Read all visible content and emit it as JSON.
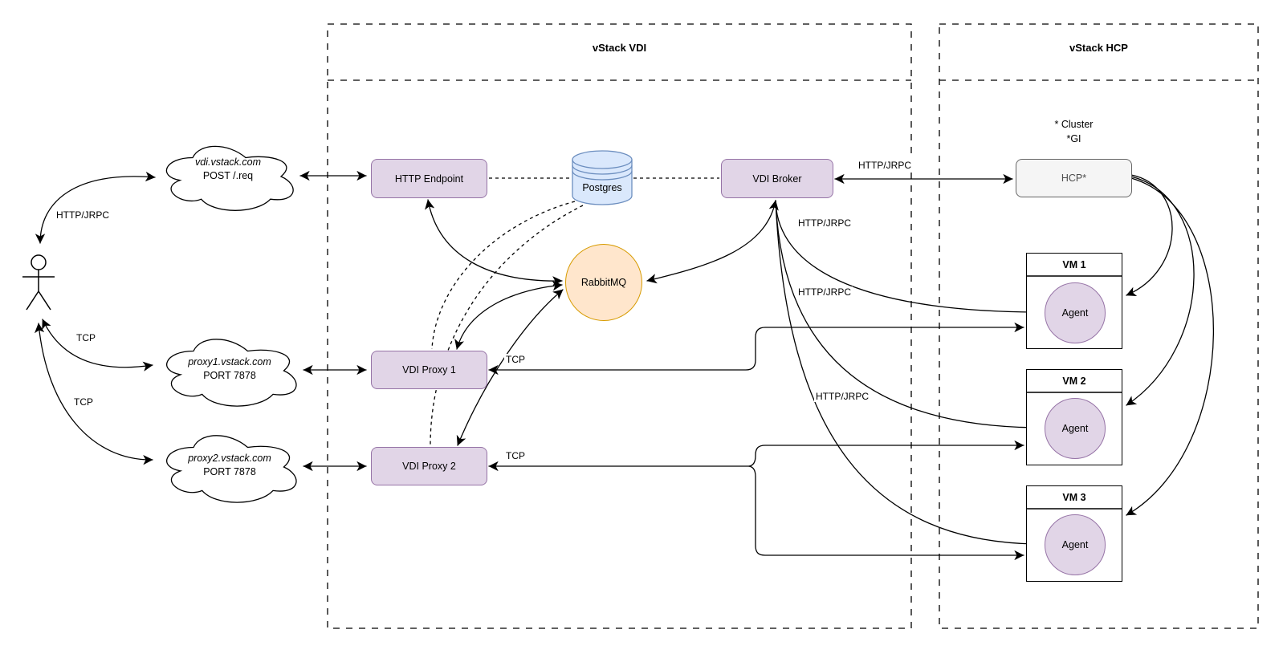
{
  "colors": {
    "purple_fill": "#E1D5E7",
    "purple_stroke": "#9673A6",
    "blue_fill": "#DAE8FC",
    "blue_stroke": "#6C8EBF",
    "orange_fill": "#FFE6CC",
    "orange_stroke": "#D79B00",
    "gray_fill": "#F5F5F5",
    "gray_stroke": "#666666",
    "line": "#000000"
  },
  "containers": {
    "vdi": {
      "title": "vStack VDI"
    },
    "hcp": {
      "title": "vStack HCP"
    }
  },
  "icons": {
    "actor": "stick-figure-person"
  },
  "clouds": {
    "vdi": {
      "line1": "vdi.vstack.com",
      "line2": "POST /.req"
    },
    "proxy1": {
      "line1": "proxy1.vstack.com",
      "line2": "PORT 7878"
    },
    "proxy2": {
      "line1": "proxy2.vstack.com",
      "line2": "PORT 7878"
    }
  },
  "nodes": {
    "http_endpoint": {
      "label": "HTTP Endpoint"
    },
    "postgres": {
      "label": "Postgres"
    },
    "vdi_broker": {
      "label": "VDI Broker"
    },
    "rabbitmq": {
      "label": "RabbitMQ"
    },
    "vdi_proxy1": {
      "label": "VDI Proxy 1"
    },
    "vdi_proxy2": {
      "label": "VDI Proxy 2"
    },
    "hcp": {
      "label": "HCP*",
      "note_line1": "* Cluster",
      "note_line2": "*GI"
    }
  },
  "vms": [
    {
      "title": "VM 1",
      "agent": "Agent"
    },
    {
      "title": "VM 2",
      "agent": "Agent"
    },
    {
      "title": "VM 3",
      "agent": "Agent"
    }
  ],
  "edge_labels": {
    "actor_vdi": "HTTP/JRPC",
    "actor_proxy1": "TCP",
    "actor_proxy2": "TCP",
    "proxy1_tcp": "TCP",
    "proxy2_tcp": "TCP",
    "broker_vm1": "HTTP/JRPC",
    "broker_vm2": "HTTP/JRPC",
    "broker_vm3": "HTTP/JRPC",
    "broker_hcp": "HTTP/JRPC"
  }
}
